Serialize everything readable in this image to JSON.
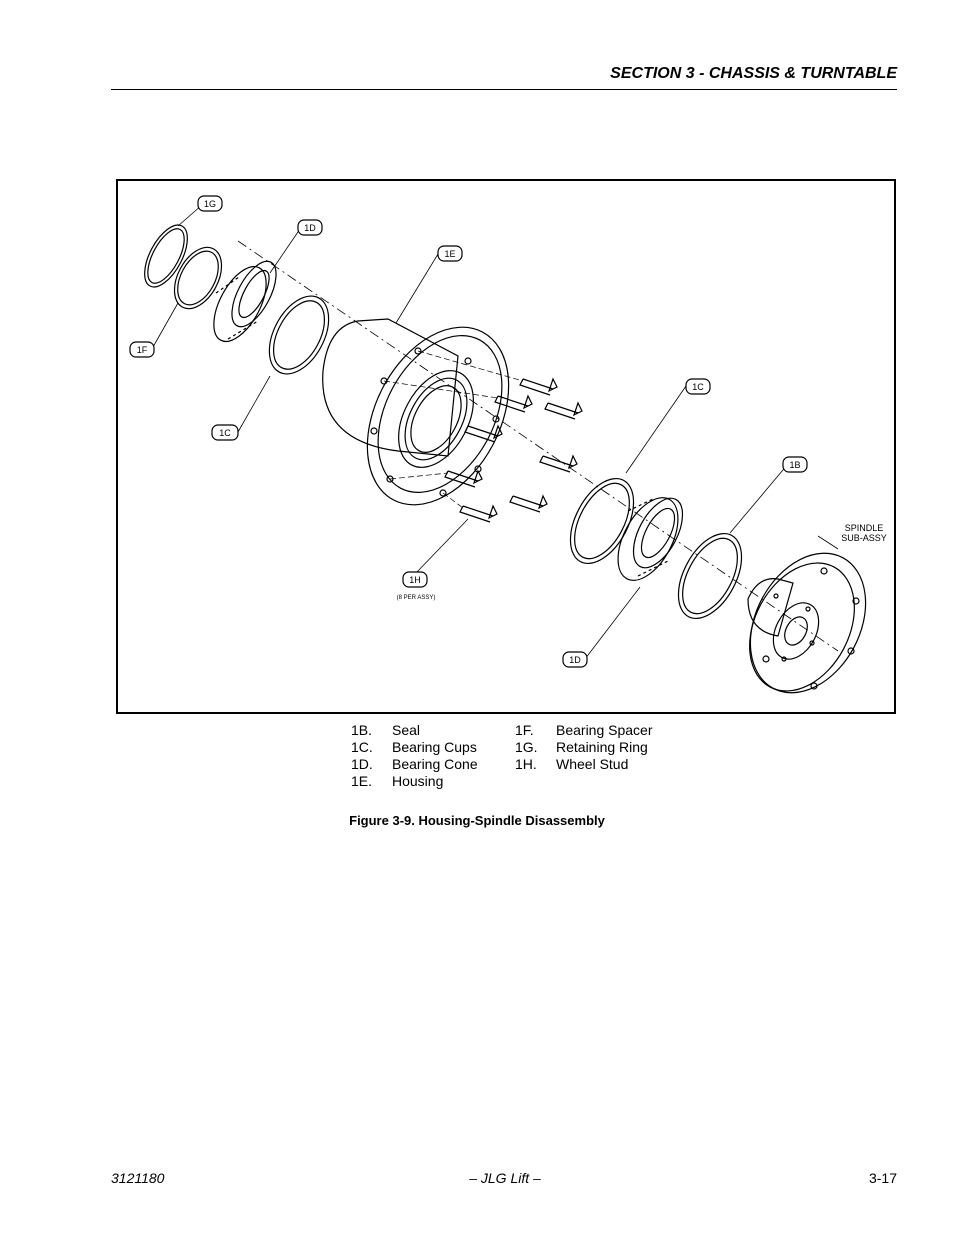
{
  "header": {
    "section_title": "SECTION 3 - CHASSIS & TURNTABLE"
  },
  "figure": {
    "callouts": {
      "g": "1G",
      "d_top": "1D",
      "e": "1E",
      "f": "1F",
      "c_left": "1C",
      "c_right": "1C",
      "b": "1B",
      "h": "1H",
      "h_note": "(8 PER ASSY)",
      "d_bottom": "1D",
      "spindle_line1": "SPINDLE",
      "spindle_line2": "SUB-ASSY"
    },
    "legend": {
      "col1": [
        {
          "code": "1B.",
          "name": "Seal"
        },
        {
          "code": "1C.",
          "name": "Bearing Cups"
        },
        {
          "code": "1D.",
          "name": "Bearing Cone"
        },
        {
          "code": "1E.",
          "name": "Housing"
        }
      ],
      "col2": [
        {
          "code": "1F.",
          "name": "Bearing Spacer"
        },
        {
          "code": "1G.",
          "name": "Retaining Ring"
        },
        {
          "code": "1H.",
          "name": "Wheel Stud"
        }
      ]
    },
    "caption": "Figure 3-9.  Housing-Spindle Disassembly"
  },
  "footer": {
    "doc_number": "3121180",
    "publisher": "– JLG Lift –",
    "page_number": "3-17"
  }
}
